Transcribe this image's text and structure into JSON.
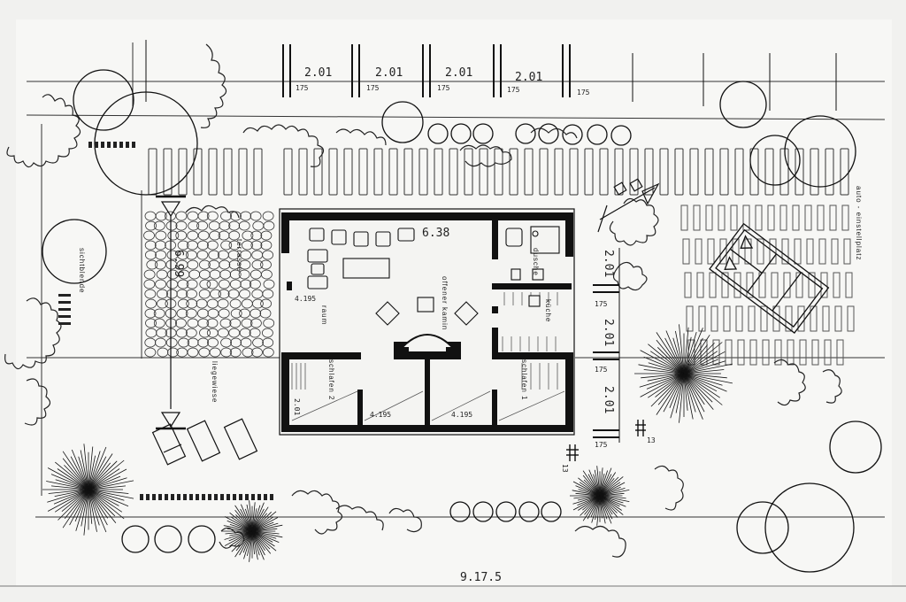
{
  "dimensions": {
    "top": [
      "2.01",
      "2.01",
      "2.01",
      "2.01"
    ],
    "top_sub": [
      "175",
      "175",
      "175",
      "175",
      "175"
    ],
    "right_column": [
      "2.01",
      "2.01",
      "2.01"
    ],
    "right_sub": [
      "175",
      "175",
      "175"
    ],
    "left_vertical": "6.99",
    "plan_height": "6.38",
    "left_room": "4.195",
    "bottom_left": "2.01",
    "bottom_mid_1": "4.195",
    "bottom_mid_2": "4.195",
    "marker_13a": "13",
    "marker_13b": "13",
    "bottom_edge": "9.17.5"
  },
  "labels": {
    "sichtblende": "sichtblende",
    "terrasse": "terrasse",
    "liegewiese": "liegewiese",
    "auto": "auto - einstellplatz",
    "raum": "raum",
    "kamin": "offener kamin",
    "dusche": "dusche",
    "kueche": "küche",
    "schlafen1": "schlafen 1",
    "schlafen2": "schlafen 2"
  }
}
